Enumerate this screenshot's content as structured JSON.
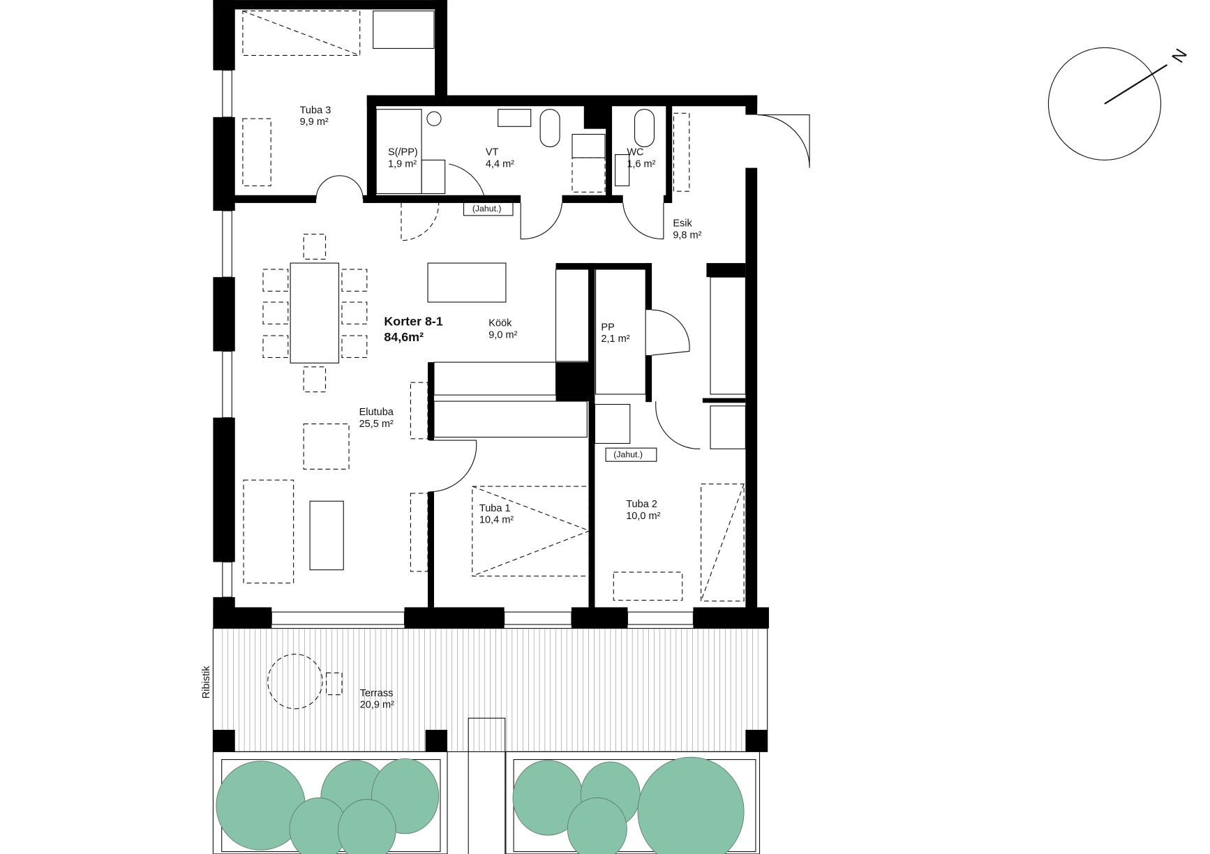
{
  "plan": {
    "apartment_name": "Korter 8-1",
    "apartment_area": "84,6m²",
    "rooms": [
      {
        "name": "Tuba 3",
        "area": "9,9 m²"
      },
      {
        "name": "S(/PP)",
        "area": "1,9 m²"
      },
      {
        "name": "VT",
        "area": "4,4 m²"
      },
      {
        "name": "WC",
        "area": "1,6 m²"
      },
      {
        "name": "Esik",
        "area": "9,8 m²"
      },
      {
        "name": "Köök",
        "area": "9,0 m²"
      },
      {
        "name": "PP",
        "area": "2,1 m²"
      },
      {
        "name": "Elutuba",
        "area": "25,5 m²"
      },
      {
        "name": "Tuba 1",
        "area": "10,4 m²"
      },
      {
        "name": "Tuba 2",
        "area": "10,0 m²"
      },
      {
        "name": "Terrass",
        "area": "20,9 m²"
      }
    ],
    "annotations": {
      "cooling_1": "(Jahut.)",
      "cooling_2": "(Jahut.)",
      "trellis": "Ribistik"
    },
    "compass": {
      "label": "N"
    },
    "colors": {
      "wall": "#000000",
      "planting": "#86c3a8"
    }
  }
}
